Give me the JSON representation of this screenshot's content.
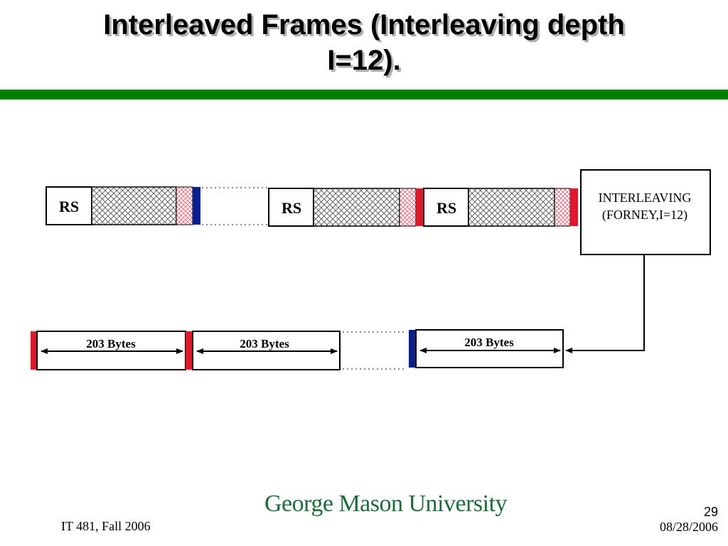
{
  "title_lines": [
    "Interleaved Frames (Interleaving depth",
    "I=12)."
  ],
  "colors": {
    "rule": "#008000",
    "red_marker": "#e0182d",
    "blue_marker": "#0a1f8f",
    "logo": "#1f6b3a"
  },
  "diagram": {
    "rs_label": "RS",
    "interleaver_line1": "INTERLEAVING",
    "interleaver_line2": "(FORNEY,I=12)",
    "byte_label": "203 Bytes"
  },
  "footer": {
    "course": "IT 481, Fall 2006",
    "university": "George Mason University",
    "page_number": "29",
    "date": "08/28/2006"
  }
}
